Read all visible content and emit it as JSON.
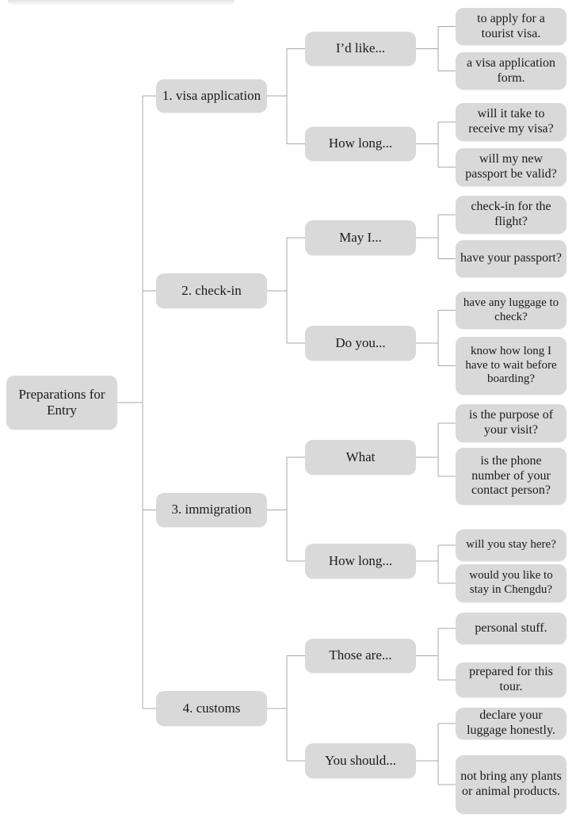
{
  "colors": {
    "node_fill": "#d9d9d9",
    "text": "#1b1b1b",
    "line": "#a8a8a8",
    "background": "#ffffff"
  },
  "diagram": {
    "root": {
      "label": "Preparations for Entry"
    },
    "branches": [
      {
        "label": "1. visa application",
        "children": [
          {
            "label": "I’d like...",
            "leaves": [
              "to apply for a tourist visa.",
              "a visa application form."
            ]
          },
          {
            "label": "How long...",
            "leaves": [
              "will it take to receive my visa?",
              "will my new passport be valid?"
            ]
          }
        ]
      },
      {
        "label": "2. check-in",
        "children": [
          {
            "label": "May I...",
            "leaves": [
              "check-in for the flight?",
              "have your passport?"
            ]
          },
          {
            "label": "Do you...",
            "leaves": [
              "have any luggage to check?",
              "know how long I have to wait before boarding?"
            ]
          }
        ]
      },
      {
        "label": "3. immigration",
        "children": [
          {
            "label": "What",
            "leaves": [
              "is the purpose of your visit?",
              "is the phone number of your contact person?"
            ]
          },
          {
            "label": "How long...",
            "leaves": [
              "will you stay here?",
              "would you like to stay in Chengdu?"
            ]
          }
        ]
      },
      {
        "label": "4. customs",
        "children": [
          {
            "label": "Those are...",
            "leaves": [
              "personal stuff.",
              "prepared for this tour."
            ]
          },
          {
            "label": "You should...",
            "leaves": [
              "declare your luggage honestly.",
              "not bring any plants or animal products."
            ]
          }
        ]
      }
    ]
  }
}
